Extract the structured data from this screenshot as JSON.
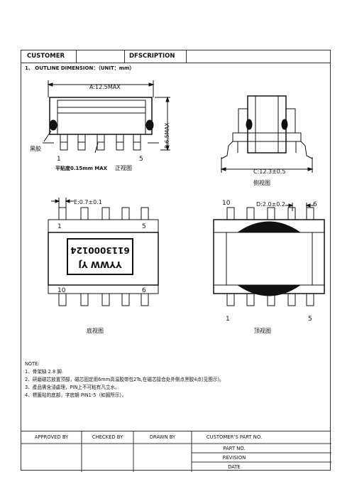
{
  "header": {
    "customer": "CUSTOMER",
    "description": "DFSCRIPTION"
  },
  "outline": "1、 OUTLINE DIMENSION：（UNIT：mm）",
  "front": {
    "dim_a": "A:12.5MAX",
    "dim_b": "B:6.5MAX",
    "glue": "黑胶",
    "pin1": "1",
    "pin5": "5",
    "flatness": "平贴度0.15mm MAX",
    "title": "正视图"
  },
  "side": {
    "dim_c": "C:12.3±0.5",
    "title": "侧视图"
  },
  "bottom": {
    "dim_e": "E:0.7±0.1",
    "pin1": "1",
    "pin5": "5",
    "pin10": "10",
    "pin6": "6",
    "marking_line1": "YYWW YJ",
    "marking_line2": "6113000124",
    "title": "底视图"
  },
  "top": {
    "pin10": "10",
    "dim_d": "D:2.0±0.2",
    "pin6": "6",
    "pin1": "1",
    "pin5": "5",
    "title": "顶视图"
  },
  "notes": [
    "NOTE:",
    "1、骨架缺 2.8 脚.",
    "2、研磨磁芯放置顶部，磁芯固定用6mm高温胶带包2Ts,在磁芯接合处外侧点黑胶4点(见图示)。",
    "3、產品需含浸處理，PIN上不可粘有凡立水。",
    "4、標籤貼的底部，字底朝 PIN1-5（如圖所示）。"
  ],
  "footer": {
    "approved_by": "APPROVED BY",
    "checked_by": "CHECKED BY",
    "drawn_by": "DRAWN BY",
    "customer_part_no": "CUSTOMER’S PART NO.",
    "part_no": "PART NO.",
    "revision": "REVISION",
    "date": "DATE"
  }
}
